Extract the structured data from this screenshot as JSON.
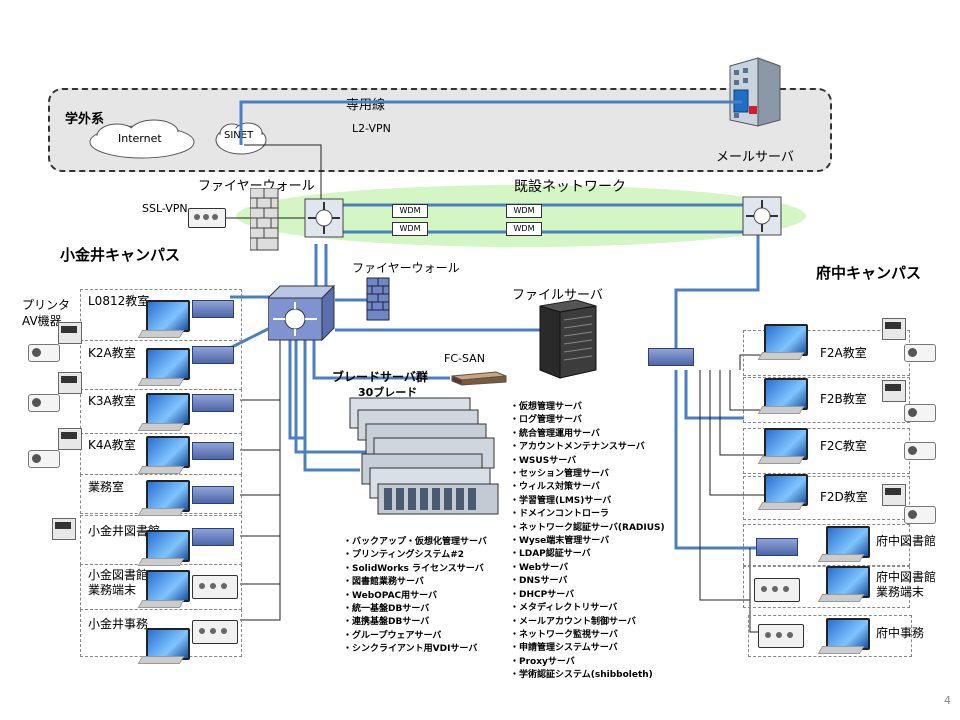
{
  "external": {
    "area_label": "学外系",
    "internet": "Internet",
    "sinet": "SINET",
    "leased_line": "専用線",
    "l2vpn": "L2-VPN",
    "mail_server": "メールサーバ"
  },
  "network": {
    "firewall_top": "ファイヤーウォール",
    "ssl_vpn": "SSL-VPN",
    "existing_network": "既設ネットワーク",
    "wdm": [
      "WDM",
      "WDM",
      "WDM",
      "WDM"
    ],
    "firewall_mid": "ファイヤーウォール",
    "file_server": "ファイルサーバ",
    "fc_san": "FC-SAN",
    "blade_title": "ブレードサーバ群",
    "blade_count": "30ブレード"
  },
  "koganei": {
    "title": "小金井キャンパス",
    "printer_label": "プリンタ",
    "av_label": "AV機器",
    "rooms": [
      "L0812教室",
      "K2A教室",
      "K3A教室",
      "K4A教室",
      "業務室",
      "小金井図書館",
      "小金図書館\n業務端末",
      "小金井事務"
    ]
  },
  "fuchu": {
    "title": "府中キャンパス",
    "rooms": [
      "F2A教室",
      "F2B教室",
      "F2C教室",
      "F2D教室",
      "府中図書館",
      "府中図書館\n業務端末",
      "府中事務"
    ]
  },
  "services_left": [
    "・バックアップ・仮想化管理サーバ",
    "・プリンティングシステム#2",
    "・SolidWorks ライセンスサーバ",
    "・図書館業務サーバ",
    "・WebOPAC用サーバ",
    "・統一基盤DBサーバ",
    "・連携基盤DBサーバ",
    "・グループウェアサーバ",
    "・シンクライアント用VDIサーバ"
  ],
  "services_right": [
    "・仮想管理サーバ",
    "・ログ管理サーバ",
    "・統合管理運用サーバ",
    "・アカウントメンテナンスサーバ",
    "・WSUSサーバ",
    "・セッション管理サーバ",
    "・ウィルス対策サーバ",
    "・学習管理(LMS)サーバ",
    "・ドメインコントローラ",
    "・ネットワーク認証サーバ(RADIUS)",
    "・Wyse端末管理サーバ",
    "・LDAP認証サーバ",
    "・Webサーバ",
    "・DNSサーバ",
    "・DHCPサーバ",
    "・メタディレクトリサーバ",
    "・メールアカウント制御サーバ",
    "・ネットワーク監視サーバ",
    "・申請管理システムサーバ",
    "・Proxyサーバ",
    "・学術認証システム(shibboleth)"
  ],
  "page_number": "4",
  "colors": {
    "link_blue": "#4a7fc1",
    "ellipse_green": "#d4f5c4",
    "external_bg": "#e6e6e6"
  }
}
